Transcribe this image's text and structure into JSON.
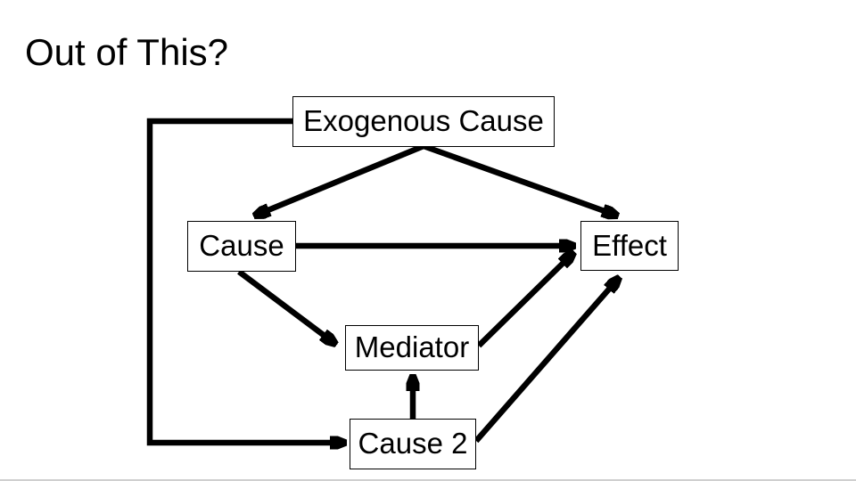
{
  "title": "Out of This?",
  "diagram": {
    "type": "causal-graph",
    "nodes": [
      {
        "id": "exogenous-cause",
        "label": "Exogenous Cause"
      },
      {
        "id": "cause",
        "label": "Cause"
      },
      {
        "id": "effect",
        "label": "Effect"
      },
      {
        "id": "mediator",
        "label": "Mediator"
      },
      {
        "id": "cause-2",
        "label": "Cause 2"
      }
    ],
    "edges": [
      {
        "from": "exogenous-cause",
        "to": "cause",
        "style": "straight-arrow"
      },
      {
        "from": "exogenous-cause",
        "to": "effect",
        "style": "straight-arrow"
      },
      {
        "from": "exogenous-cause",
        "to": "cause-2",
        "style": "elbow-arrow"
      },
      {
        "from": "cause",
        "to": "effect",
        "style": "straight-arrow"
      },
      {
        "from": "cause",
        "to": "mediator",
        "style": "straight-arrow"
      },
      {
        "from": "mediator",
        "to": "effect",
        "style": "straight-arrow"
      },
      {
        "from": "cause-2",
        "to": "mediator",
        "style": "straight-arrow"
      },
      {
        "from": "cause-2",
        "to": "effect",
        "style": "straight-arrow"
      }
    ],
    "colors": {
      "stroke": "#000000",
      "node_fill": "#ffffff",
      "background": "#ffffff",
      "text": "#000000"
    }
  }
}
